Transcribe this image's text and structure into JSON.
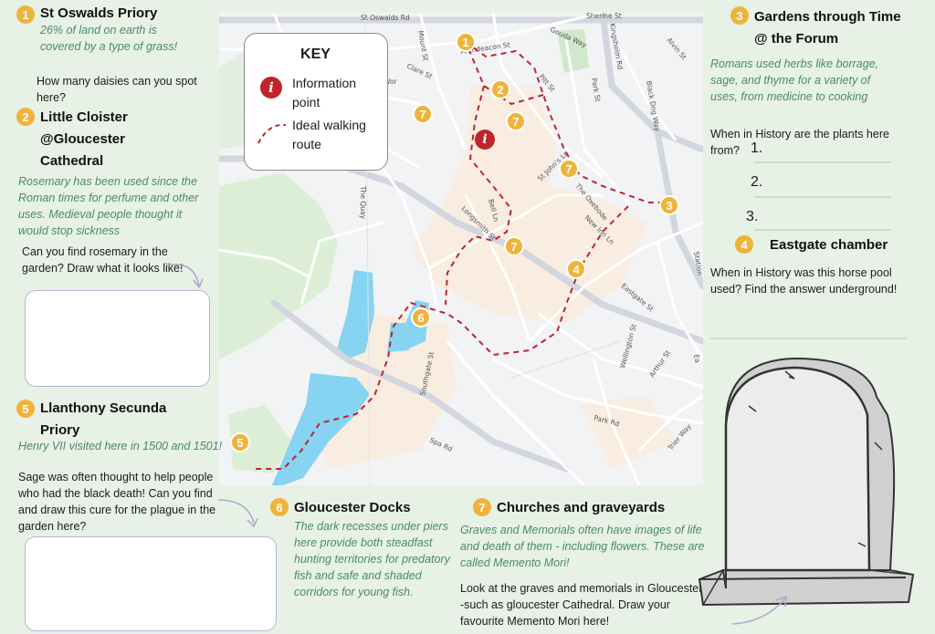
{
  "map": {
    "key_title": "KEY",
    "key_info": "Information point",
    "key_route": "Ideal walking route",
    "streets": [
      "St Oswalds Rd",
      "Gouda Way",
      "Kingsholm Rd",
      "Alvin St",
      "Mount St",
      "Archdeacon St",
      "Clare St",
      "Pitt St",
      "Park St",
      "Black Dog Way",
      "St John's Ln",
      "The Oxebode",
      "New Inn Ln",
      "Bell Ln",
      "Longsmith St",
      "The Quay",
      "Station",
      "Eastgate St",
      "Southgate St",
      "Wellington St",
      "Arthur St",
      "Park Rd",
      "Spa Rd",
      "Trier Way",
      "Ea",
      "Sherine St",
      "Wor"
    ],
    "markers": [
      "1",
      "2",
      "3",
      "4",
      "5",
      "6",
      "7",
      "7",
      "7",
      "7"
    ]
  },
  "sections": {
    "s1": {
      "num": "1",
      "title": "St Oswalds Priory",
      "fact": "26% of land on earth is covered by a type of grass!",
      "question": "How many daisies can you spot here?"
    },
    "s2": {
      "num": "2",
      "title_line1": "Little Cloister",
      "title_line2": "@Gloucester",
      "title_line3": "Cathedral",
      "fact": "Rosemary has been used since the Roman times for perfume and other uses. Medieval people thought it would stop sickness",
      "question": "Can you find rosemary in the garden? Draw what it looks like!"
    },
    "s3": {
      "num": "3",
      "title_line1": "Gardens through Time",
      "title_line2": "@ the Forum",
      "fact": "Romans used herbs like borrage, sage, and thyme for a variety of uses, from medicine to cooking",
      "question": "When in History are the plants here from?",
      "answers": [
        "1.",
        "2.",
        "3."
      ]
    },
    "s4": {
      "num": "4",
      "title": "Eastgate chamber",
      "question": "When in History was this horse pool used? Find the answer underground!"
    },
    "s5": {
      "num": "5",
      "title_line1": "Llanthony Secunda",
      "title_line2": "Priory",
      "fact": "Henry VII visited here in 1500 and 1501!",
      "question": "Sage was often thought to help people who had the black death! Can you find and draw this cure for the plague in the garden here?"
    },
    "s6": {
      "num": "6",
      "title": "Gloucester Docks",
      "fact": "The dark recesses under piers here provide both steadfast hunting territories for predatory fish and safe and shaded corridors for young fish."
    },
    "s7": {
      "num": "7",
      "title": "Churches and graveyards",
      "fact": "Graves and Memorials often have images of life and death of them - including flowers. These are called Memento Mori!",
      "question": "Look at the graves and memorials in Gloucester -such as gloucester Cathedral. Draw your favourite Memento Mori here!"
    }
  },
  "colors": {
    "accent": "#f0b33a",
    "route": "#c0242c",
    "water": "#86d3f2",
    "fact_text": "#4a8a6a",
    "background": "#e7f1e6"
  }
}
